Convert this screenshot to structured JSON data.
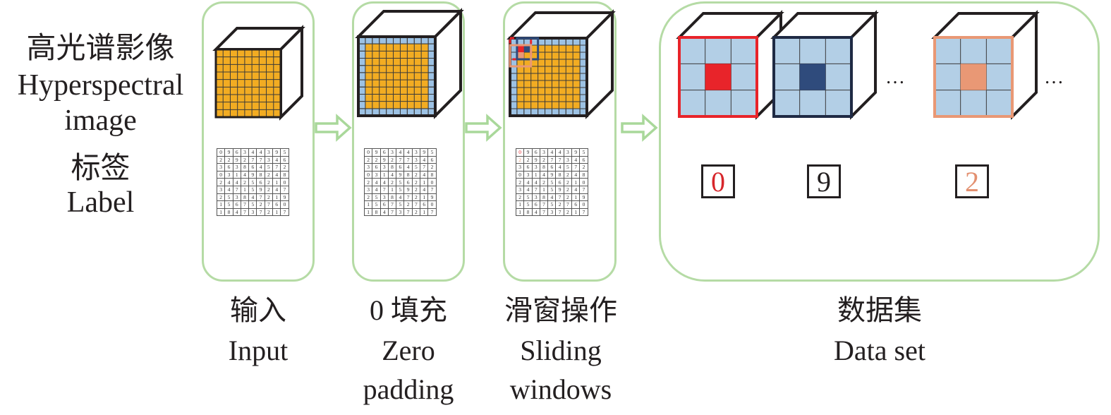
{
  "left_title": {
    "zh": "高光谱影像",
    "en_line1": "Hyperspectral",
    "en_line2": "image",
    "label_zh": "标签",
    "label_en": "Label"
  },
  "stages": [
    {
      "zh": "输入",
      "en": [
        "Input"
      ]
    },
    {
      "zh": "0 填充",
      "en": [
        "Zero",
        "padding"
      ]
    },
    {
      "zh": "滑窗操作",
      "en": [
        "Sliding",
        "windows"
      ]
    },
    {
      "zh": "数据集",
      "en": [
        "Data set"
      ]
    }
  ],
  "label_grid": [
    [
      "0",
      "9",
      "6",
      "3",
      "4",
      "4",
      "3",
      "9",
      "5"
    ],
    [
      "2",
      "2",
      "9",
      "2",
      "7",
      "7",
      "3",
      "4",
      "6"
    ],
    [
      "3",
      "6",
      "3",
      "8",
      "6",
      "4",
      "5",
      "7",
      "2"
    ],
    [
      "0",
      "3",
      "1",
      "4",
      "9",
      "8",
      "2",
      "4",
      "8"
    ],
    [
      "2",
      "4",
      "4",
      "2",
      "5",
      "6",
      "2",
      "1",
      "0"
    ],
    [
      "3",
      "4",
      "7",
      "1",
      "5",
      "9",
      "2",
      "4",
      "7"
    ],
    [
      "2",
      "5",
      "3",
      "8",
      "4",
      "7",
      "2",
      "1",
      "9"
    ],
    [
      "1",
      "5",
      "6",
      "7",
      "5",
      "2",
      "7",
      "6",
      "0"
    ],
    [
      "1",
      "8",
      "4",
      "7",
      "3",
      "7",
      "2",
      "1",
      "7"
    ]
  ],
  "dataset": {
    "patches": [
      {
        "label": "0",
        "color": "#e8242a"
      },
      {
        "label": "9",
        "color": "#2f4b7c"
      },
      {
        "label": "2",
        "color": "#e99875"
      }
    ],
    "ellipsis": "…"
  },
  "colors": {
    "panel_border": "#b5dba5",
    "arrow": "#a9d89a",
    "cube_face": "#f2ac22",
    "padding": "#9dc2e4",
    "patch_cell": "#b3cfe6",
    "red": "#e8242a",
    "navy": "#2f4b7c",
    "salmon": "#e99875"
  }
}
